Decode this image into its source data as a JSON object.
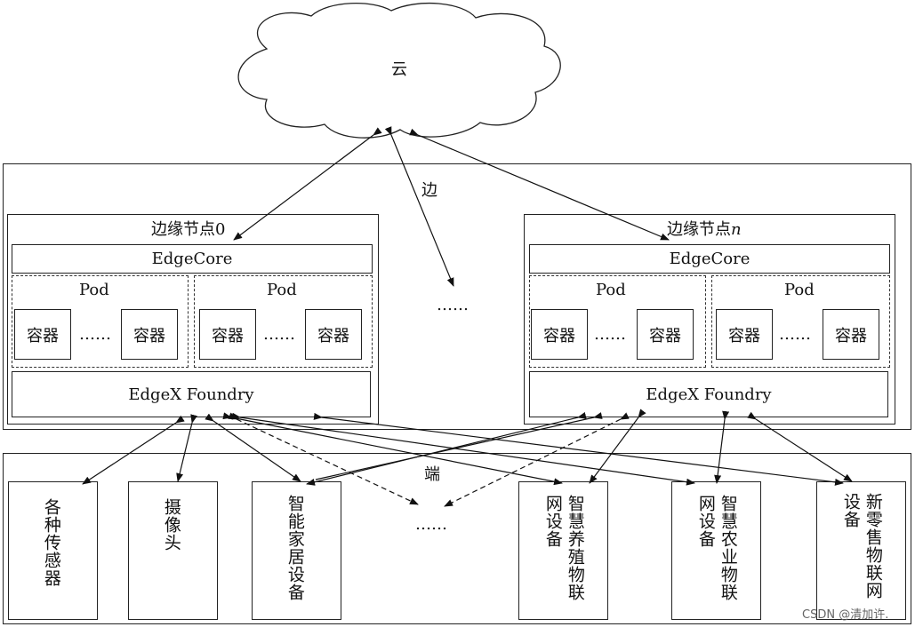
{
  "cloud": {
    "label": "云"
  },
  "edge": {
    "label": "边",
    "ellipsis": "……",
    "nodes": [
      {
        "title": "边缘节点0",
        "core": "EdgeCore",
        "foundry": "EdgeX Foundry",
        "pods": [
          {
            "label": "Pod",
            "c1": "容器",
            "dots": "……",
            "c2": "容器"
          },
          {
            "label": "Pod",
            "c1": "容器",
            "dots": "……",
            "c2": "容器"
          }
        ]
      },
      {
        "title": "边缘节点",
        "title_italic": "n",
        "core": "EdgeCore",
        "foundry": "EdgeX Foundry",
        "pods": [
          {
            "label": "Pod",
            "c1": "容器",
            "dots": "……",
            "c2": "容器"
          },
          {
            "label": "Pod",
            "c1": "容器",
            "dots": "……",
            "c2": "容器"
          }
        ]
      }
    ]
  },
  "end": {
    "label": "端",
    "ellipsis": "……",
    "devices": {
      "sensors": "各种传感器",
      "camera": "摄像头",
      "smarthome": "智能家居设备",
      "aquaculture_a": "智慧养殖物联",
      "aquaculture_b": "网设备",
      "agri_a": "智慧农业物联",
      "agri_b": "网设备",
      "retail_a": "新零售物联网",
      "retail_b": "设备"
    }
  },
  "watermark": "CSDN @清加许."
}
